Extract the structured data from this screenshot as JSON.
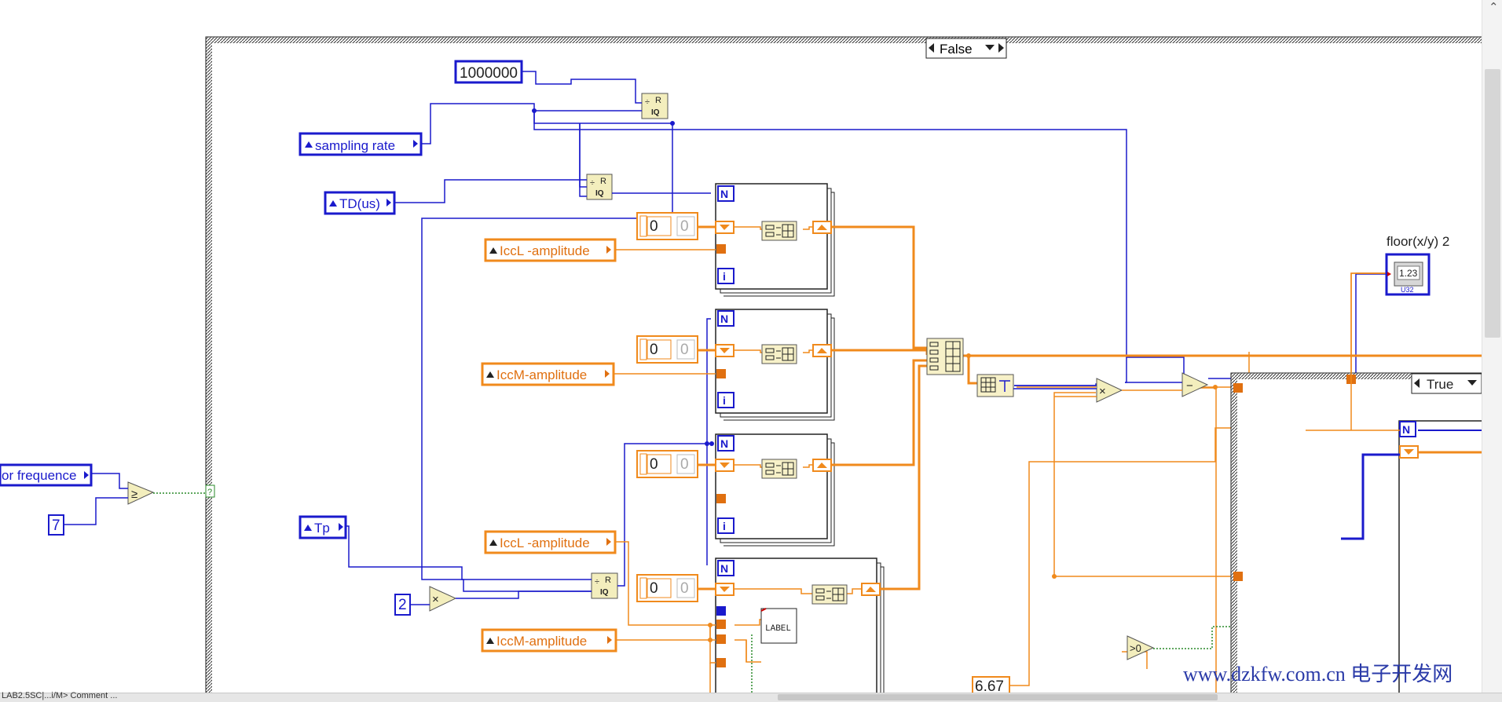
{
  "case_outer": {
    "selector": "False"
  },
  "case_inner": {
    "selector": "True"
  },
  "constants": {
    "million": "1000000",
    "seven": "7",
    "two": "2",
    "six_67": "6.67",
    "zero": "0",
    "zero_dim": "0"
  },
  "controls": {
    "sampling_rate": "sampling rate",
    "td_us": "TD(us)",
    "iccl_amp_1": "IccL -amplitude",
    "iccm_amp_1": "IccM-amplitude",
    "tp": "Tp",
    "iccl_amp_2": "IccL -amplitude",
    "iccm_amp_2": "IccM-amplitude",
    "freq_partial": "or frequence"
  },
  "indicators": {
    "floor_label": "floor(x/y) 2",
    "floor_display": "1.23",
    "floor_type": "U32"
  },
  "loop_terminals": {
    "count": "N",
    "iteration": "i"
  },
  "functions": {
    "quotient_top": "R",
    "quotient_bottom": "IQ",
    "greater_eq": "≥",
    "multiply": "×",
    "subtract": "−",
    "greater_zero": ">0",
    "label_node": "LABEL",
    "select_q": "?"
  },
  "watermark": "www.dzkfw.com.cn 电子开发网",
  "status_bar": "LAB2.5SC|...i/M> Comment ..."
}
